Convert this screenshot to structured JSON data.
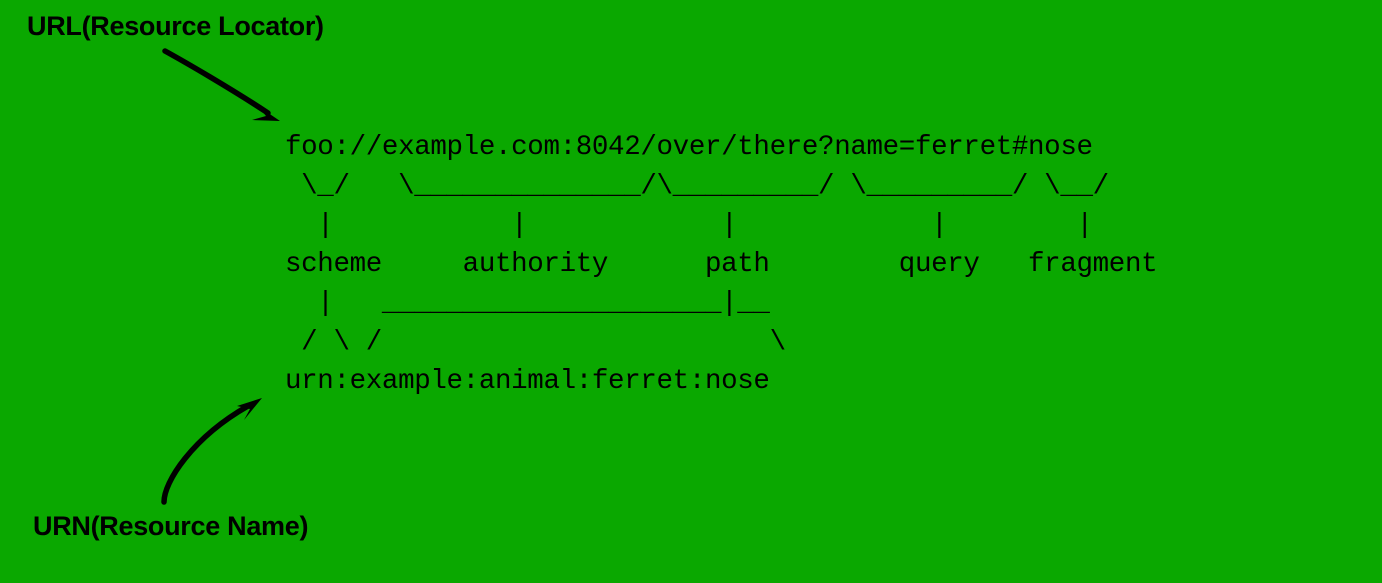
{
  "background_color": "#0aa800",
  "text_color": "#000000",
  "annotations": {
    "url": {
      "label": "URL(Resource Locator)",
      "arrow_name": "url-callout-arrow"
    },
    "urn": {
      "label": "URN(Resource Name)",
      "arrow_name": "urn-callout-arrow"
    }
  },
  "diagram": {
    "uri_example": "foo://example.com:8042/over/there?name=ferret#nose",
    "urn_example": "urn:example:animal:ferret:nose",
    "components": [
      "scheme",
      "authority",
      "path",
      "query",
      "fragment"
    ],
    "lines": [
      "foo://example.com:8042/over/there?name=ferret#nose",
      " \\_/   \\______________/\\_________/ \\_________/ \\__/",
      "  |           |            |            |        |",
      "scheme     authority      path        query   fragment",
      "  |   _____________________|__",
      " / \\ /                        \\",
      "urn:example:animal:ferret:nose"
    ]
  }
}
